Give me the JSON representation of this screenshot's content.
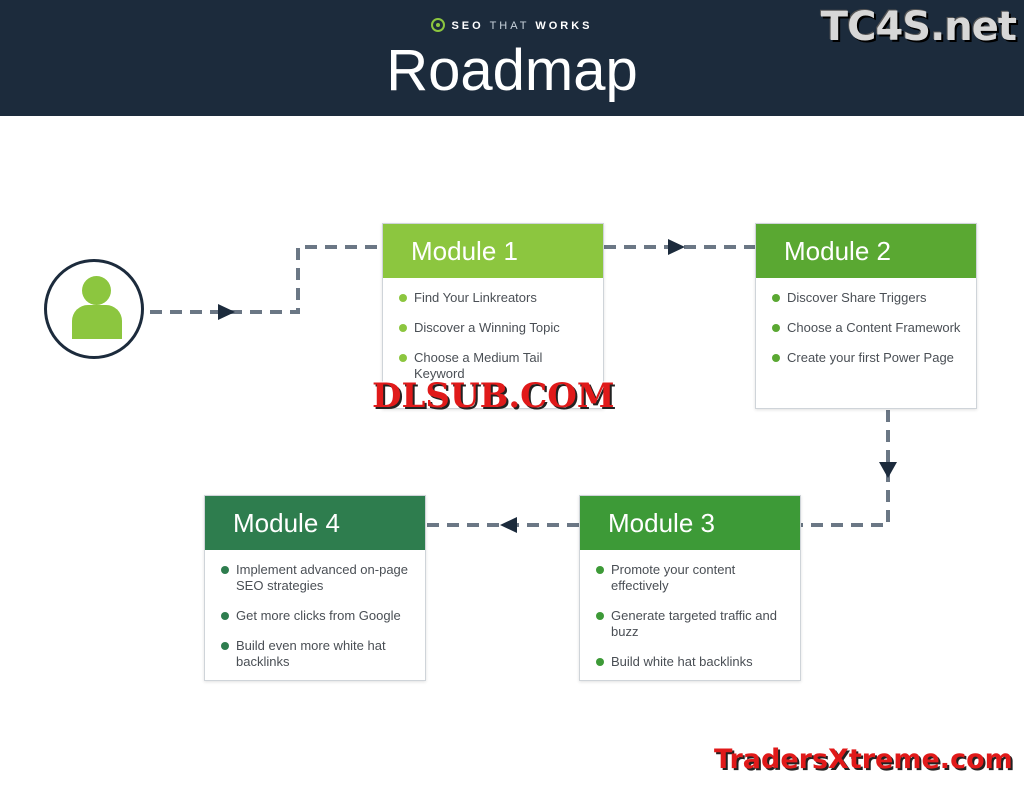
{
  "header": {
    "brand_part1": "SEO",
    "brand_part2": "THAT",
    "brand_part3": "WORKS",
    "title": "Roadmap"
  },
  "modules": [
    {
      "title": "Module 1",
      "color": "#8cc63f",
      "items": [
        "Find Your Linkreators",
        "Discover a Winning Topic",
        "Choose a Medium Tail Keyword"
      ]
    },
    {
      "title": "Module 2",
      "color": "#5aa832",
      "items": [
        "Discover Share Triggers",
        "Choose a Content Framework",
        "Create your first Power Page"
      ]
    },
    {
      "title": "Module 3",
      "color": "#3d9a37",
      "items": [
        "Promote your content effectively",
        "Generate targeted traffic and buzz",
        "Build white hat backlinks"
      ]
    },
    {
      "title": "Module 4",
      "color": "#2e7d4e",
      "items": [
        "Implement advanced on-page SEO strategies",
        "Get more clicks from Google",
        "Build even more white hat backlinks"
      ]
    }
  ],
  "watermarks": {
    "top_right": "TC4S.net",
    "center": "DLSUB.COM",
    "bottom_right": "TradersXtreme.com"
  },
  "colors": {
    "header_bg": "#1c2b3c",
    "connector": "#6b7785",
    "arrow": "#1c2b3c"
  },
  "icons": {
    "start": "user-icon",
    "brand": "target-icon"
  }
}
